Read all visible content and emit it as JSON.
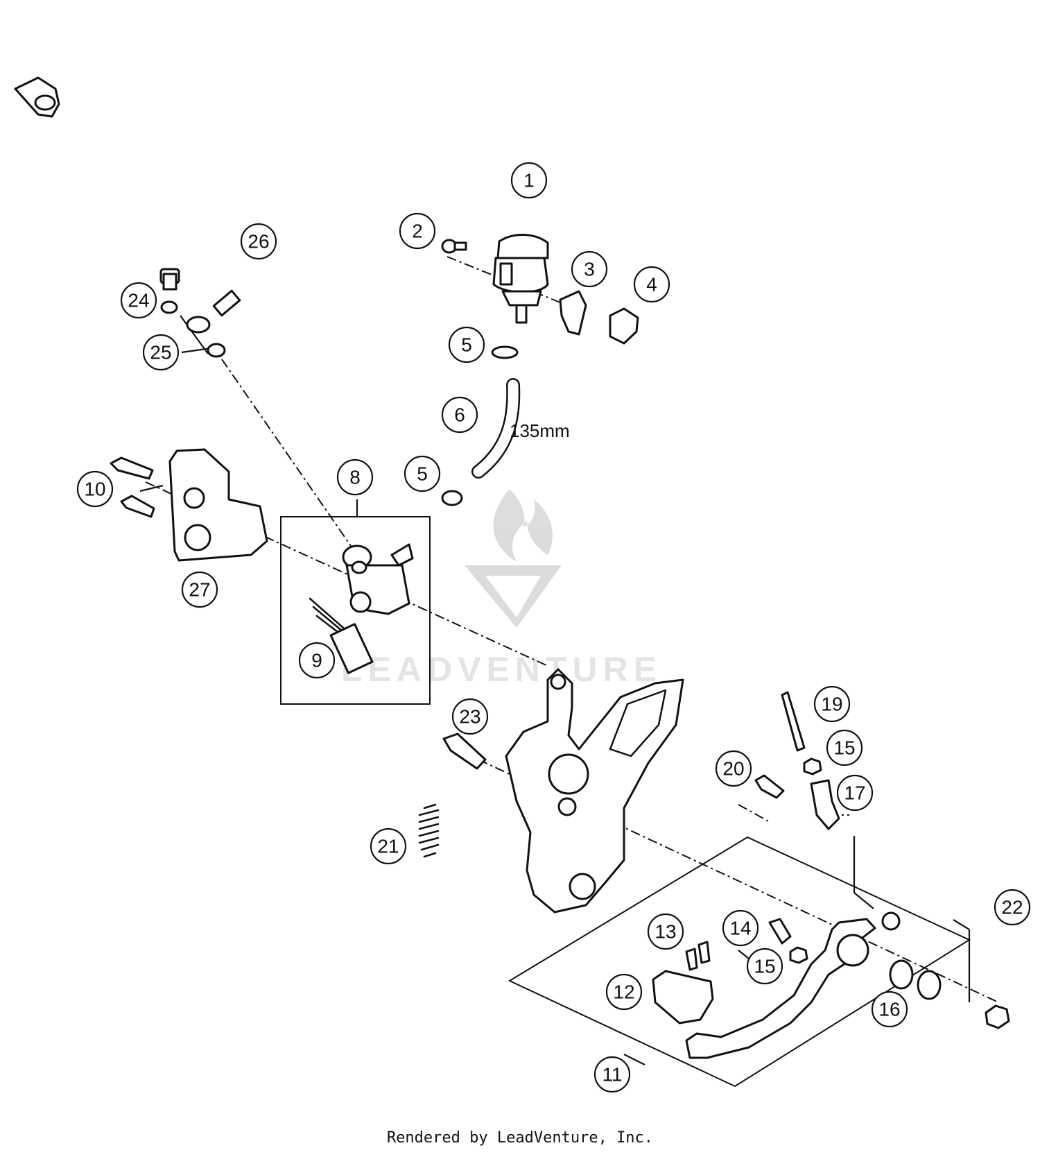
{
  "diagram": {
    "callouts": [
      "1",
      "2",
      "3",
      "4",
      "5",
      "5",
      "6",
      "8",
      "9",
      "10",
      "11",
      "12",
      "13",
      "14",
      "15",
      "15",
      "16",
      "17",
      "19",
      "20",
      "21",
      "22",
      "23",
      "24",
      "25",
      "26",
      "27"
    ],
    "dimension_label": "135mm",
    "watermark_text": "LEADVENTURE"
  },
  "footer": {
    "credit": "Rendered by LeadVenture, Inc."
  }
}
